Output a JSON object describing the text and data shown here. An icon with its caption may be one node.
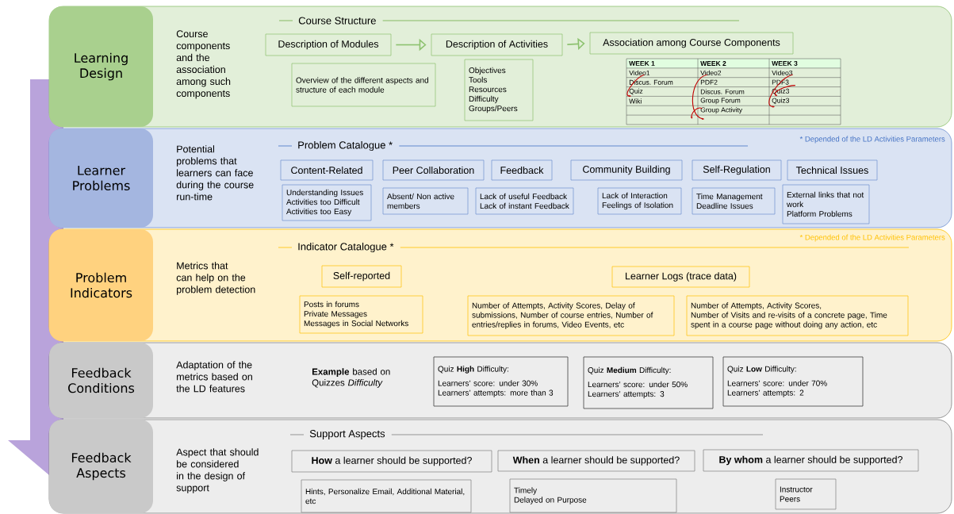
{
  "diagram": {
    "nodes": [
      {
        "text": [
          "Course components and the association among such components",
          "Course Structure"
        ]
      },
      {
        "text": [
          "Learning Design"
        ],
        "in": 0
      },
      {
        "text": [
          "Description of Modules"
        ],
        "in": 0
      },
      {
        "text": [
          "Description of Activities"
        ],
        "in": 0
      },
      {
        "text": [
          "Association among Course Components"
        ],
        "in": 0
      },
      {
        "text": [
          "Overview of the different aspects and structure of each module"
        ],
        "in": 0
      },
      {
        "text": [
          "Objectives",
          "Tools",
          "Resources",
          "Difficulty",
          "Groups/Peers"
        ],
        "in": 0
      },
      {
        "text": [
          "Potential problems that learners can face during the course run-time",
          "Problem Catalogue *",
          "* Depended of the LD Activities Parameters"
        ]
      },
      {
        "text": [
          "Learner Problems"
        ],
        "in": 7
      },
      {
        "text": [
          "Content-Related"
        ],
        "in": 7
      },
      {
        "text": [
          "Peer Collaboration"
        ],
        "in": 7
      },
      {
        "text": [
          "Feedback"
        ],
        "in": 7
      },
      {
        "text": [
          "Community Building"
        ],
        "in": 7
      },
      {
        "text": [
          "Self-Regulation"
        ],
        "in": 7
      },
      {
        "text": [
          "Technical Issues"
        ],
        "in": 7
      },
      {
        "text": [
          "Understanding Issues",
          "Activities too Difficult",
          "Activities too Easy"
        ],
        "in": 7
      },
      {
        "text": [
          "Absent/ Non active members"
        ],
        "in": 7
      },
      {
        "text": [
          "Lack of useful Feedback",
          "Lack of instant Feedback"
        ],
        "in": 7
      },
      {
        "text": [
          "Lack of Interaction",
          "Feelings of Isolation"
        ],
        "in": 7
      },
      {
        "text": [
          "Time Management",
          "Deadline Issues"
        ],
        "in": 7
      },
      {
        "text": [
          "External links that not work",
          "Platform Problems"
        ],
        "in": 7
      },
      {
        "text": [
          "Metrics that can help on the problem detection",
          "Indicator Catalogue *",
          "* Depended of the LD Activities Parameters"
        ]
      },
      {
        "text": [
          "Problem Indicators"
        ],
        "in": 21
      },
      {
        "text": [
          "Self-reported"
        ],
        "in": 21
      },
      {
        "text": [
          "Learner Logs (trace data)"
        ],
        "in": 21
      },
      {
        "text": [
          "Posts in forums",
          "Private Messages",
          "Messages in Social Networks"
        ],
        "in": 21
      },
      {
        "text": [
          "Number of Attempts, Activity Scores, Delay of submissions,  Number of course entries, Number of entries/replies in forums, Video Events, etc"
        ],
        "in": 21
      },
      {
        "text": [
          "Number of Attempts, Activity Scores,",
          "Number of Visits and re-visits of a concrete page, Time spent in a course page without doing any action, etc"
        ],
        "in": 21
      },
      {
        "text": [
          "Adaptation of the metrics based on the LD features",
          "**Example** based on Quizzes *Difficulty*"
        ]
      },
      {
        "text": [
          "Feedback Conditions"
        ],
        "in": 28
      },
      {
        "text": [
          "Quiz **High** Difficulty:",
          "Learners’ score: under 30%",
          "Learners’ attempts: more than 3"
        ],
        "in": 28
      },
      {
        "text": [
          "Quiz **Medium** Difficulty:",
          "Learners’ score: under 50%",
          "Learners’ attempts: 3"
        ],
        "in": 28
      },
      {
        "text": [
          "Quiz **Low** Difficulty:",
          "Learners’ score: under 70%",
          "Learners’ attempts: 2"
        ],
        "in": 28
      },
      {
        "text": [
          "Aspect that should be considered in the design of support",
          "Support Aspects"
        ]
      },
      {
        "text": [
          "Feedback Aspects"
        ],
        "in": 33
      },
      {
        "text": [
          "**How** a learner should be supported?"
        ],
        "in": 33
      },
      {
        "text": [
          "**When** a learner should be supported?"
        ],
        "in": 33
      },
      {
        "text": [
          "**By whom** a learner should be supported?"
        ],
        "in": 33
      },
      {
        "text": [
          "Hints, Personalize Email, Additional Material, etc"
        ],
        "in": 33
      },
      {
        "text": [
          "Timely",
          "Delayed on Purpose"
        ],
        "in": 33
      },
      {
        "text": [
          "Instructor",
          "Peers"
        ],
        "in": 33
      }
    ],
    "edges": [
      {
        "from": 2,
        "to": 3,
        "arrow": "to"
      },
      {
        "from": 3,
        "to": 4,
        "arrow": "to"
      }
    ],
    "labels": [
      "WEEK 1",
      "WEEK 2",
      "WEEK 3",
      "Video1",
      "Video2",
      "Video3",
      "Discus. Forum",
      "PDF2",
      "PDF3",
      "Quiz",
      "Discus. Forum",
      "Quiz3",
      "Wiki",
      "Group Forum",
      "Quiz3",
      "Group Activity"
    ]
  }
}
